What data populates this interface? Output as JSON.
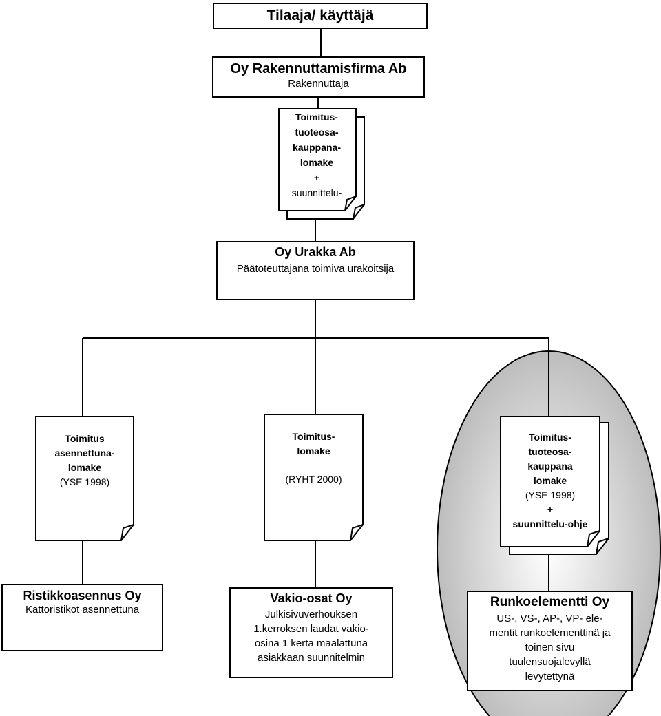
{
  "client": {
    "title": "Tilaaja/ käyttäjä"
  },
  "developer": {
    "name": "Oy Rakennuttamisfirma Ab",
    "role": "Rakennuttaja"
  },
  "doc_top": {
    "lines": [
      "Toimitus-",
      "tuoteosa-",
      "kauppana-",
      "lomake",
      "+",
      "suunnittelu-"
    ]
  },
  "main_contractor": {
    "name": "Oy Urakka Ab",
    "role": "Päätoteuttajana toimiva urakoitsija"
  },
  "doc_left": {
    "line1": "Toimitus",
    "line2": "asennettuna-",
    "line3": "lomake",
    "line4": "(YSE 1998)"
  },
  "doc_mid": {
    "line1": "Toimitus-",
    "line2": "lomake",
    "line3": "(RYHT 2000)"
  },
  "doc_right": {
    "line1": "Toimitus-",
    "line2": "tuoteosa-",
    "line3": "kauppana",
    "line4": "lomake",
    "line5": "(YSE 1998)",
    "line6": "+",
    "line7": "suunnittelu-ohje"
  },
  "sub_left": {
    "name": "Ristikkoasennus Oy",
    "desc": "Kattoristikot asennettuna"
  },
  "sub_mid": {
    "name": "Vakio-osat Oy",
    "desc_lines": [
      "Julkisivuverhouksen",
      "1.kerroksen laudat vakio-",
      "osina 1 kerta maalattuna",
      "asiakkaan suunnitelmin"
    ]
  },
  "sub_right": {
    "name": "Runkoelementti Oy",
    "desc_lines": [
      "US-, VS-, AP-, VP- ele-",
      "mentit runkoelementtinä ja",
      "toinen sivu",
      "tuulensuojalevyllä",
      "levytettynä"
    ]
  }
}
